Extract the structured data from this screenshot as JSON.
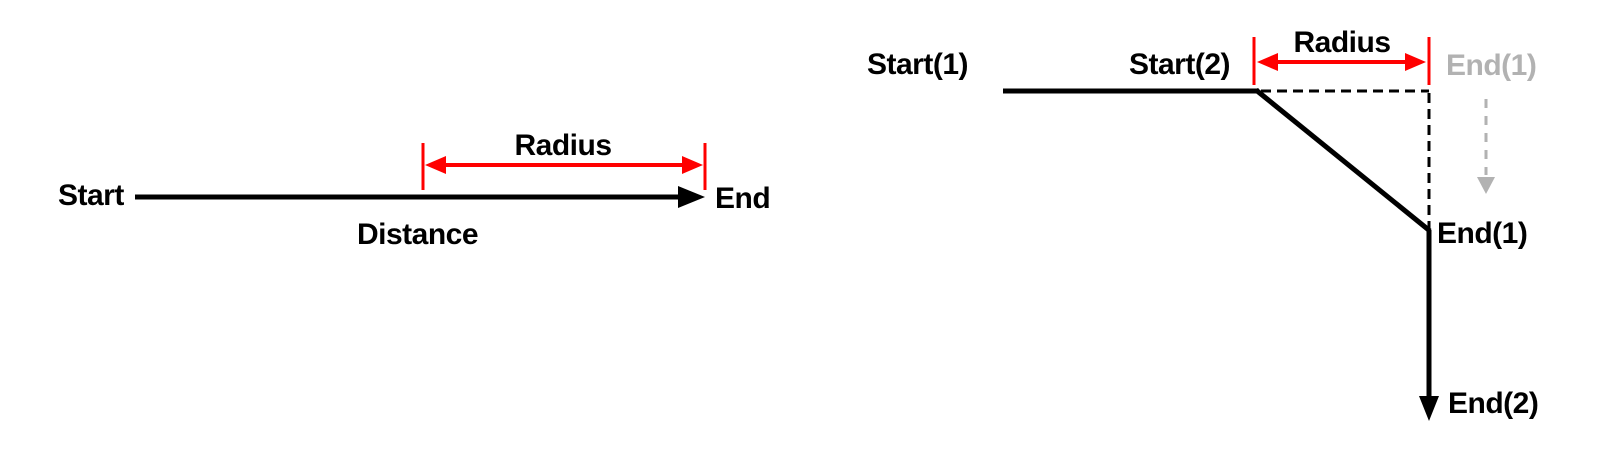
{
  "colors": {
    "line": "#000000",
    "accent": "#ff0000",
    "ghost": "#b2b2b2",
    "bg": "#ffffff"
  },
  "left_diagram": {
    "start_label": "Start",
    "end_label": "End",
    "distance_label": "Distance",
    "radius_label": "Radius"
  },
  "right_diagram": {
    "start1_label": "Start(1)",
    "start2_label": "Start(2)",
    "radius_label": "Radius",
    "end1_ghost_label": "End(1)",
    "end1_label": "End(1)",
    "end2_label": "End(2)"
  }
}
